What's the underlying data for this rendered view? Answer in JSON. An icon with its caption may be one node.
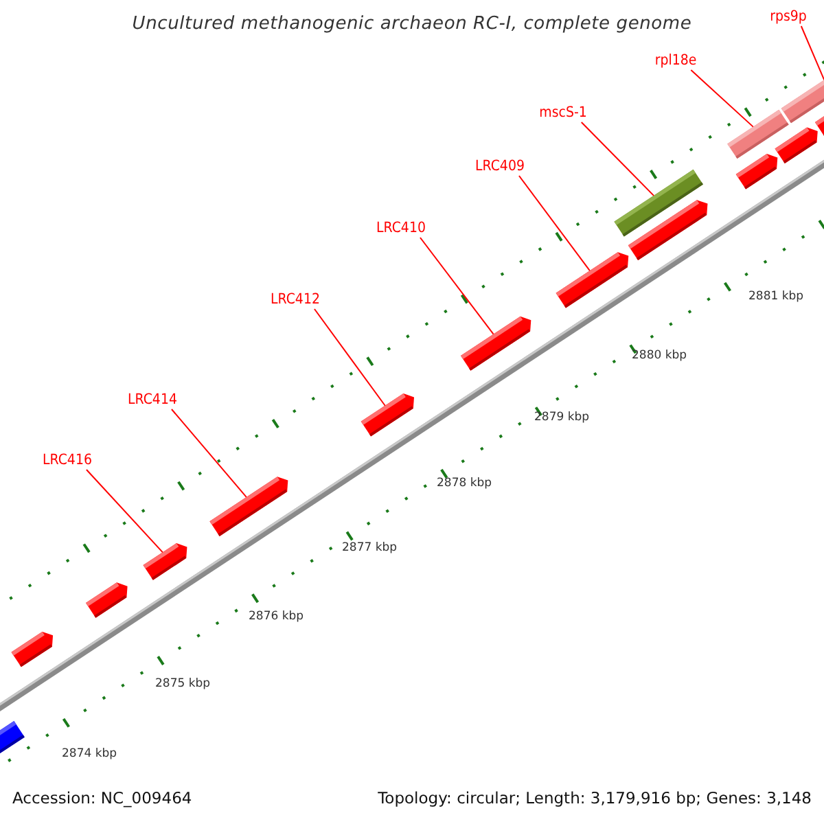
{
  "diagram": {
    "title": "Uncultured methanogenic archaeon RC-I, complete genome",
    "nodes": [
      {
        "text": [
          "rps9p"
        ]
      },
      {
        "text": [
          "rpl18e"
        ]
      },
      {
        "text": [
          "mscS-1"
        ]
      },
      {
        "text": [
          "LRC409"
        ]
      },
      {
        "text": [
          "LRC410"
        ]
      },
      {
        "text": [
          "LRC412"
        ]
      },
      {
        "text": [
          "LRC414"
        ]
      },
      {
        "text": [
          "LRC416"
        ]
      },
      {
        "text": [],
        "shape": "arrow"
      },
      {
        "text": [],
        "shape": "arrow"
      },
      {
        "text": [],
        "shape": "arrow"
      },
      {
        "text": [],
        "shape": "arrow"
      },
      {
        "text": [],
        "shape": "arrow"
      },
      {
        "text": [],
        "shape": "arrow"
      },
      {
        "text": [],
        "shape": "arrow"
      },
      {
        "text": [],
        "shape": "arrow"
      },
      {
        "text": [],
        "shape": "arrow"
      },
      {
        "text": [],
        "shape": "bar"
      },
      {
        "text": [],
        "shape": "bar"
      },
      {
        "text": [],
        "shape": "bar"
      },
      {
        "text": [],
        "shape": "arrow"
      },
      {
        "text": [],
        "shape": "arrow"
      },
      {
        "text": [],
        "shape": "arrow"
      }
    ],
    "edges": [
      {
        "from": 0,
        "to": 19,
        "arrow": "none"
      },
      {
        "from": 1,
        "to": 18,
        "arrow": "none"
      },
      {
        "from": 2,
        "to": 17,
        "arrow": "none"
      },
      {
        "from": 3,
        "to": 15,
        "arrow": "none"
      },
      {
        "from": 4,
        "to": 14,
        "arrow": "none"
      },
      {
        "from": 5,
        "to": 13,
        "arrow": "none"
      },
      {
        "from": 6,
        "to": 12,
        "arrow": "none"
      },
      {
        "from": 7,
        "to": 11,
        "arrow": "none"
      }
    ],
    "labels": [
      "2881 kbp",
      "2880 kbp",
      "2879 kbp",
      "2878 kbp",
      "2877 kbp",
      "2876 kbp",
      "2875 kbp",
      "2874 kbp",
      "Accession: NC_009464",
      "Topology: circular; Length: 3,179,916 bp; Genes: 3,148"
    ]
  }
}
